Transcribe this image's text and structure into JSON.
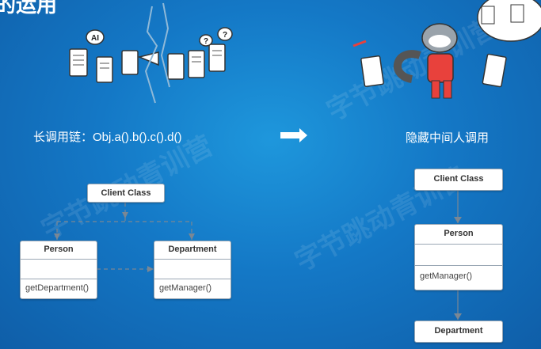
{
  "header": {
    "title_fragment": "的运用"
  },
  "left": {
    "caption": "长调用链：Obj.a().b().c().d()",
    "diagram": {
      "client": "Client Class",
      "person": {
        "title": "Person",
        "method": "getDepartment()"
      },
      "department": {
        "title": "Department",
        "method": "getManager()"
      }
    }
  },
  "right": {
    "caption": "隐藏中间人调用",
    "diagram": {
      "client": "Client Class",
      "person": {
        "title": "Person",
        "method": "getManager()"
      },
      "department": "Department"
    }
  },
  "illustration_labels": {
    "bubble_ai": "AI",
    "bubble_q1": "?",
    "bubble_q2": "?"
  },
  "watermarks": [
    "字节跳动青训营",
    "字节跳动青训营",
    "字节跳动青训营"
  ],
  "colors": {
    "background": "#1478c6",
    "accent_arrow": "#ffffff"
  }
}
